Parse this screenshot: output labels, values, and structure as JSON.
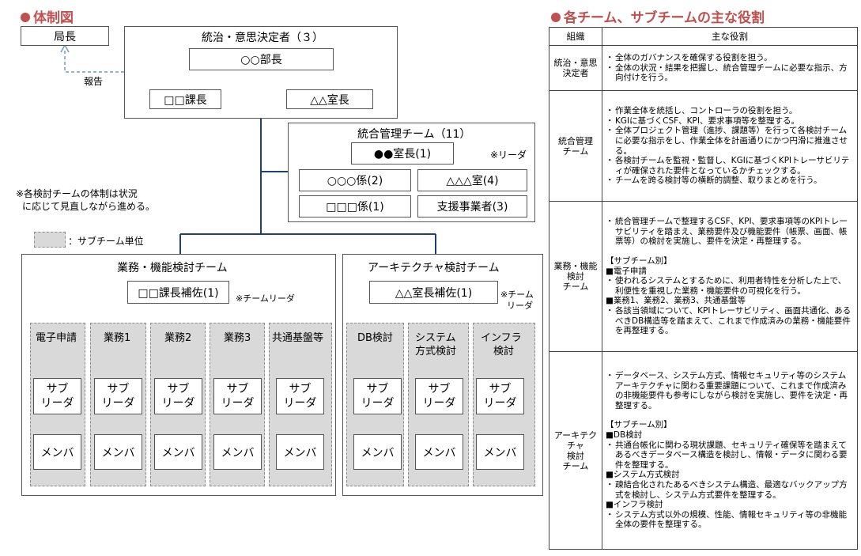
{
  "left": {
    "heading": "体制図",
    "kyokucho": "局長",
    "report": "報告",
    "decision": {
      "title": "統治・意思決定者（３）",
      "bucho": "○○部長",
      "kacho": "□□課長",
      "shitsucho": "△△室長"
    },
    "integrated": {
      "title": "統合管理チーム（11）",
      "leader": "●●室長(1)",
      "leader_note": "※リーダ",
      "members": [
        "○○○係(2)",
        "△△△室(4)",
        "□□□係(1)",
        "支援事業者(3)"
      ]
    },
    "note": [
      "※各検討チームの体制は状況",
      "に応じて見直しながら進める。"
    ],
    "legend_label": "：サブチーム単位",
    "business": {
      "title": "業務・機能検討チーム",
      "leader": "□□課長補佐(1)",
      "leader_note": "※チームリーダ",
      "subteams": [
        "電子申請",
        "業務1",
        "業務2",
        "業務3",
        "共通基盤等"
      ]
    },
    "arch": {
      "title": "アーキテクチャ検討チーム",
      "leader": "△△室長補佐(1)",
      "leader_note": [
        "※チーム",
        "リーダ"
      ],
      "subteams": [
        [
          "DB検討"
        ],
        [
          "システム",
          "方式検討"
        ],
        [
          "インフラ",
          "検討"
        ]
      ]
    },
    "sub_leader": [
      "サブ",
      "リーダ"
    ],
    "member": "メンバ"
  },
  "right": {
    "heading": "各チーム、サブチームの主な役割",
    "col_org": "組織",
    "col_role": "主な役割",
    "rows": [
      {
        "org": [
          "統治・意思",
          "決定者"
        ],
        "bullets": [
          "全体のガバナンスを確保する役割を担う。",
          "全体の状況・結果を把握し、統合管理チームに必要な指示、方向付けを行う。"
        ]
      },
      {
        "org": [
          "統合管理",
          "チーム"
        ],
        "bullets": [
          "作業全体を統括し、コントローラの役割を担う。",
          "KGIに基づくCSF、KPI、要求事項等を整理する。",
          "全体プロジェクト管理（進捗、課題等）を行って各検討チームに必要な指示をし、作業全体を計画通りにかつ円滑に推進させる。",
          "各検討チームを監視・監督し、KGIに基づくKPIトレーサビリティが確保された要件となっているかチェックする。",
          "チームを跨る検討等の横断的調整、取りまとめを行う。"
        ]
      },
      {
        "org": [
          "業務・機能",
          "検討",
          "チーム"
        ],
        "bullets": [
          "統合管理チームで整理するCSF、KPI、要求事項等のKPIトレーサビリティを踏まえ、業務要件及び機能要件（帳票、画面、帳票等）の検討を実施し、要件を決定・再整理する。"
        ],
        "sub_title": "【サブチーム別】",
        "subs": [
          {
            "name": "■電子申請",
            "bullets": [
              "使われるシステムとするために、利用者特性を分析した上で、利便性を重視した業務・機能要件の可視化を行う。"
            ]
          },
          {
            "name": "■業務1、業務2、業務3、共通基盤等",
            "bullets": [
              "各該当領域について、KPIトレーサビリティ、画面共通化、あるべきDB構造等を踏まえて、これまで作成済みの業務・機能要件を再整理する。"
            ]
          }
        ]
      },
      {
        "org": [
          "アーキテク",
          "チャ",
          "検討",
          "チーム"
        ],
        "bullets": [
          "データベース、システム方式、情報セキュリティ等のシステムアーキテクチャに関わる重要課題について、これまで作成済みの非機能要件も参考にしながら検討を実施し、要件を決定・再整理する。"
        ],
        "sub_title": "【サブチーム別】",
        "subs": [
          {
            "name": "■DB検討",
            "bullets": [
              "共通台帳化に関わる現状課題、セキュリティ確保等を踏まえてあるべきデータベース構造を検討し、情報・データに関わる要件を整理する。"
            ]
          },
          {
            "name": "■システム方式検討",
            "bullets": [
              "疎結合化されたあるべきシステム構造、最適なバックアップ方式を検討し、システム方式要件を整理する。"
            ]
          },
          {
            "name": "■インフラ検討",
            "bullets": [
              "システム方式以外の規模、性能、情報セキュリティ等の非機能全体の要件を整理する。"
            ]
          }
        ]
      }
    ]
  },
  "colors": {
    "accent": "#c0504d",
    "line": "#1f3f77",
    "arrow": "#6d9bc3",
    "subteam_bg": "#d9d9d9"
  }
}
